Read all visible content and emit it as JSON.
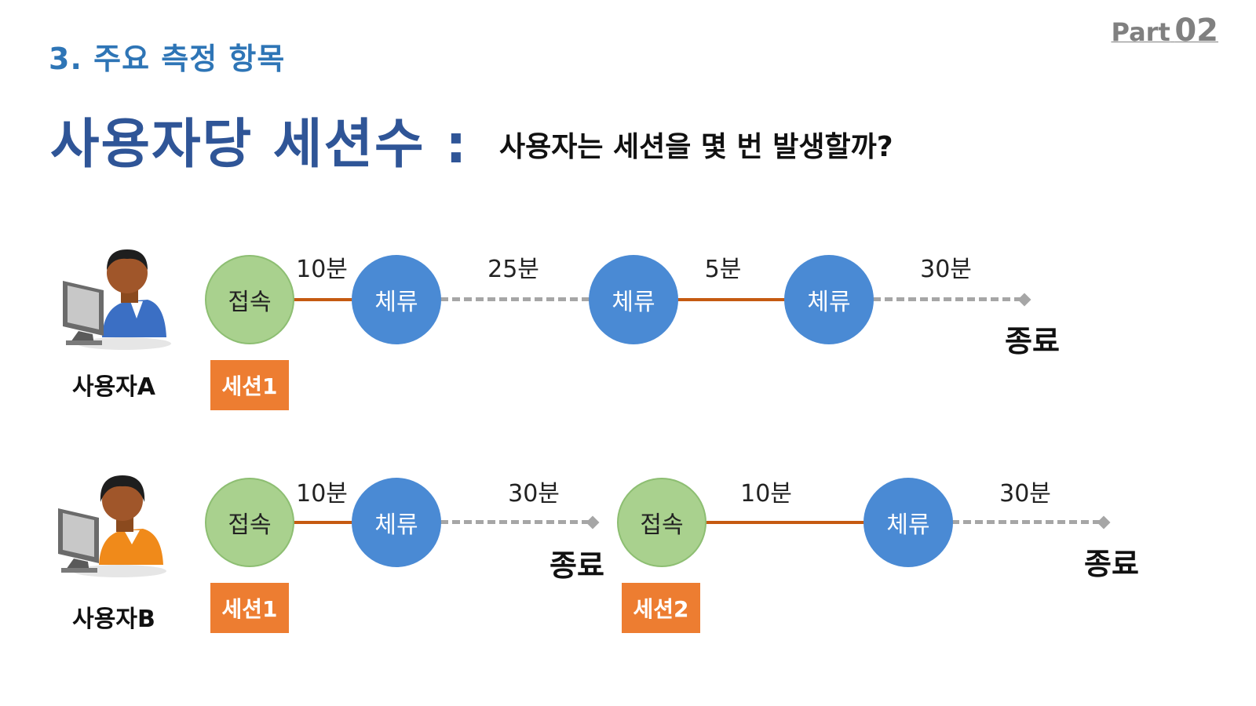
{
  "header": {
    "section_label": "3. 주요 측정 항목",
    "part_word": "Part",
    "part_number": "02",
    "title": "사용자당 세션수 :",
    "subtitle": "사용자는 세션을 몇 번 발생할까?"
  },
  "users": [
    {
      "name": "사용자A",
      "shirt_color": "#3B6FC4",
      "nodes": [
        {
          "type": "connect",
          "label": "접속"
        },
        {
          "type": "stay",
          "label": "체류"
        },
        {
          "type": "stay",
          "label": "체류"
        },
        {
          "type": "stay",
          "label": "체류"
        }
      ],
      "durations": [
        "10분",
        "25분",
        "5분",
        "30분"
      ],
      "end_labels": [
        "종료"
      ],
      "sessions": [
        "세션1"
      ]
    },
    {
      "name": "사용자B",
      "shirt_color": "#F08A1A",
      "nodes": [
        {
          "type": "connect",
          "label": "접속"
        },
        {
          "type": "stay",
          "label": "체류"
        },
        {
          "type": "connect",
          "label": "접속"
        },
        {
          "type": "stay",
          "label": "체류"
        }
      ],
      "durations": [
        "10분",
        "30분",
        "10분",
        "30분"
      ],
      "end_labels": [
        "종료",
        "종료"
      ],
      "sessions": [
        "세션1",
        "세션2"
      ]
    }
  ],
  "colors": {
    "connect_node": "#A9D18E",
    "stay_node": "#4A8AD4",
    "active_line": "#C55A11",
    "idle_line": "#A6A6A6",
    "session_badge": "#ED7D31",
    "title": "#2F5597",
    "section_label": "#2E75B6"
  }
}
